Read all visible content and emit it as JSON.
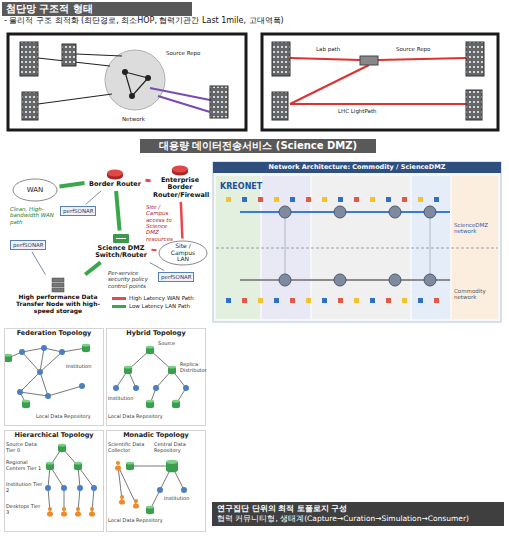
{
  "diagram": {
    "nodes": [
      {
        "text": [
          "첨단망 구조적 형태"
        ]
      },
      {
        "text": [
          "대용량 데이터전송서비스 (Science DMZ)"
        ]
      },
      {
        "text": [
          "WAN"
        ]
      },
      {
        "text": [
          "Border Router"
        ]
      },
      {
        "text": [
          "perfSONAR"
        ]
      },
      {
        "text": [
          "Enterprise Border Router/Firewall"
        ]
      },
      {
        "text": [
          "Site / Campus LAN"
        ]
      },
      {
        "text": [
          "Science DMZ Switch/Router"
        ]
      },
      {
        "text": [
          "perfSONAR"
        ]
      },
      {
        "text": [
          "perfSONAR"
        ]
      },
      {
        "text": [
          "High performance Data Transfer Node with high-speed storage"
        ]
      },
      {
        "text": [
          "Network Architecture: Commodity / ScienceDMZ"
        ]
      },
      {
        "text": [
          "Federation Topology"
        ]
      },
      {
        "text": [
          "Hybrid Topology"
        ]
      },
      {
        "text": [
          "Hierarchical Topology"
        ]
      },
      {
        "text": [
          "Monadic Topology"
        ]
      },
      {
        "text": [
          "연구집단 단위의 최적 토폴로지 구성",
          "협력 커뮤니티형, 생태계(Capture→Curation→Simulation→Consumer)"
        ]
      }
    ],
    "edges": [
      {
        "from": 2,
        "to": 3,
        "arrow": "none"
      },
      {
        "from": 3,
        "to": 5,
        "arrow": "none"
      },
      {
        "from": 3,
        "to": 7,
        "arrow": "none"
      },
      {
        "from": 7,
        "to": 10,
        "arrow": "none"
      },
      {
        "from": 5,
        "to": 6,
        "arrow": "none"
      },
      {
        "from": 6,
        "to": 7,
        "arrow": "none"
      },
      {
        "from": 4,
        "to": 3,
        "arrow": "none"
      },
      {
        "from": 8,
        "to": 7,
        "arrow": "none"
      },
      {
        "from": 9,
        "to": 10,
        "arrow": "none"
      }
    ],
    "labels": [
      "- 물리적 구조 최적화 (최단경로, 최소HOP, 협력기관간 Last 1mile, 고대역폭)",
      "Source Repo",
      "Network",
      "Lab path",
      "Source Repo",
      "LHC LightPath",
      "Clean, High-bandwidth WAN path",
      "Site / Campus access to Science DMZ resources",
      "Per-service security policy control points",
      "KREONET",
      "ScienceDMZ network",
      "Commodity network",
      "Institution",
      "Local Data Repository",
      "Source",
      "Replica Distributor",
      "Institution",
      "Local Data Repository",
      "Source Data Tier 0",
      "Regional Centers Tier 1",
      "Institution Tier 2",
      "Desktops Tier 3",
      "Scientific Data Collector",
      "Central Data Repository",
      "Institution",
      "Local Data Repository"
    ],
    "legend": [
      {
        "text": "High Latency WAN Path"
      },
      {
        "text": "Low Latency LAN Path"
      }
    ]
  }
}
